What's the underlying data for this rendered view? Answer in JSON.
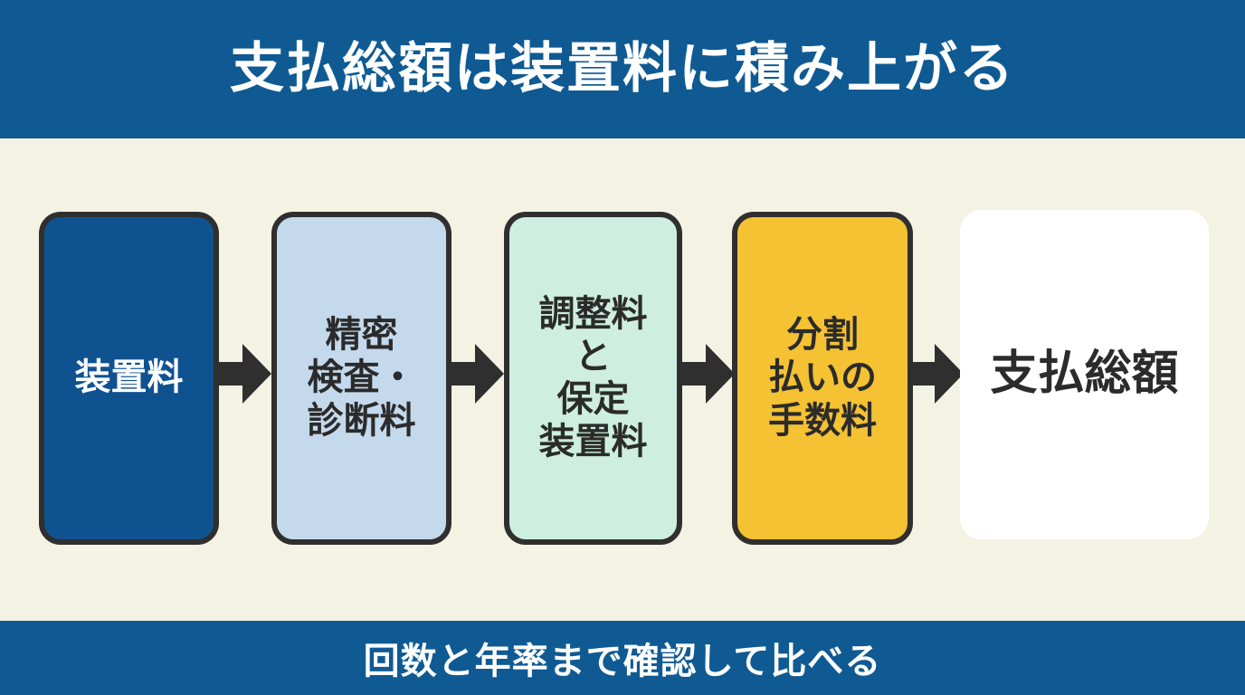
{
  "header": {
    "title": "支払総額は装置料に積み上がる"
  },
  "steps": [
    {
      "label": "装置料"
    },
    {
      "label": "精密\n検査・\n診断料"
    },
    {
      "label": "調整料\nと\n保定\n装置料"
    },
    {
      "label": "分割\n払いの\n手数料"
    },
    {
      "label": "支払総額"
    }
  ],
  "footer": {
    "text": "回数と年率まで確認して比べる"
  },
  "colors": {
    "band": "#0f5a93",
    "background": "#f4f3e3",
    "step1": "#0f5290",
    "step2": "#c5d9ec",
    "step3": "#cdeee1",
    "step4": "#f4c232",
    "step5": "#ffffff",
    "arrow": "#2f2f2f"
  },
  "icons": {
    "connector": "arrow-right-icon"
  }
}
